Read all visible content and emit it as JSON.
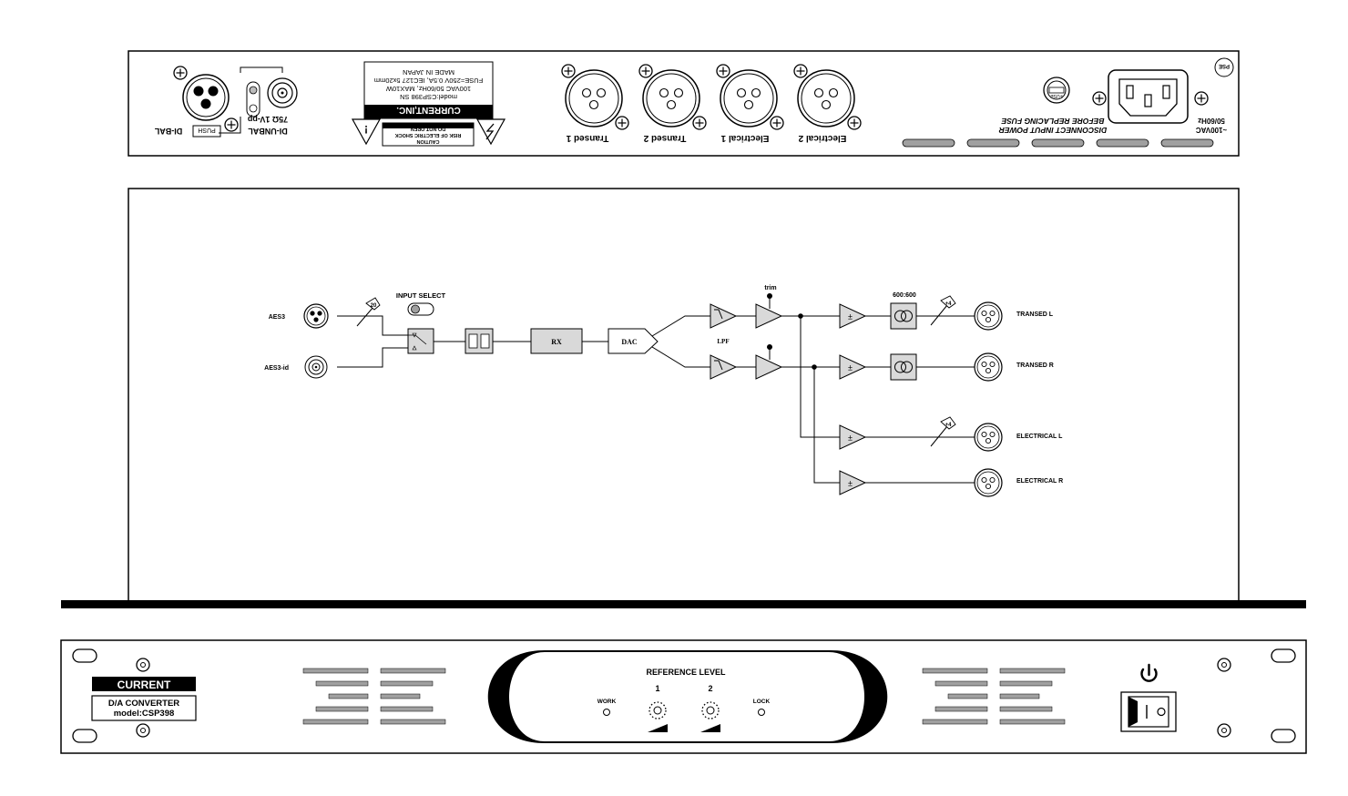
{
  "rear_panel": {
    "di_bal": "DI-BAL",
    "push": "PUSH",
    "di_unbal": "DI-UNBAL",
    "di_unbal_spec": "75Ω 1V-pp",
    "label": {
      "brand": "CURRENT,INC.",
      "model": "model:CSP398 SN",
      "power": "100VAC 50/60Hz, MAX10W",
      "fuse": "FUSE=250V 0.5A, IEC127 5x20mm",
      "origin": "MADE IN JAPAN"
    },
    "caution": {
      "title": "CAUTION",
      "line1": "RISK OF ELECTRIC SHOCK",
      "line2": "DO NOT OPEN"
    },
    "xlr_outputs": [
      "Transed 1",
      "Transed 2",
      "Electrical 1",
      "Electrical 2"
    ],
    "fuse_holder": "FUSE",
    "warning_line1": "DISCONNECT INPUT POWER",
    "warning_line2": "BEFORE REPLACING FUSE",
    "ac_line1": "~100VAC",
    "ac_line2": "50/60Hz",
    "pse": "PSE"
  },
  "block_diagram": {
    "inputs": [
      "AES3",
      "AES3-id"
    ],
    "input_select": "INPUT SELECT",
    "input_select_pad": "20",
    "rx": "RX",
    "dac": "DAC",
    "lpf": "LPF",
    "trim": "trim",
    "transformer_ratio": "600:600",
    "pad_level": "+4",
    "outputs": [
      "TRANSED L",
      "TRANSED R",
      "ELECTRICAL L",
      "ELECTRICAL R"
    ]
  },
  "front_panel": {
    "brand": "CURRENT",
    "product_line1": "D/A CONVERTER",
    "product_line2": "model:CSP398",
    "reference_level": "REFERENCE LEVEL",
    "knob1": "1",
    "knob2": "2",
    "work": "WORK",
    "lock": "LOCK",
    "power_icon": "power-icon"
  },
  "colors": {
    "line": "#000000",
    "fill_gray": "#d9d9d9",
    "vent_gray": "#a0a0a0"
  }
}
